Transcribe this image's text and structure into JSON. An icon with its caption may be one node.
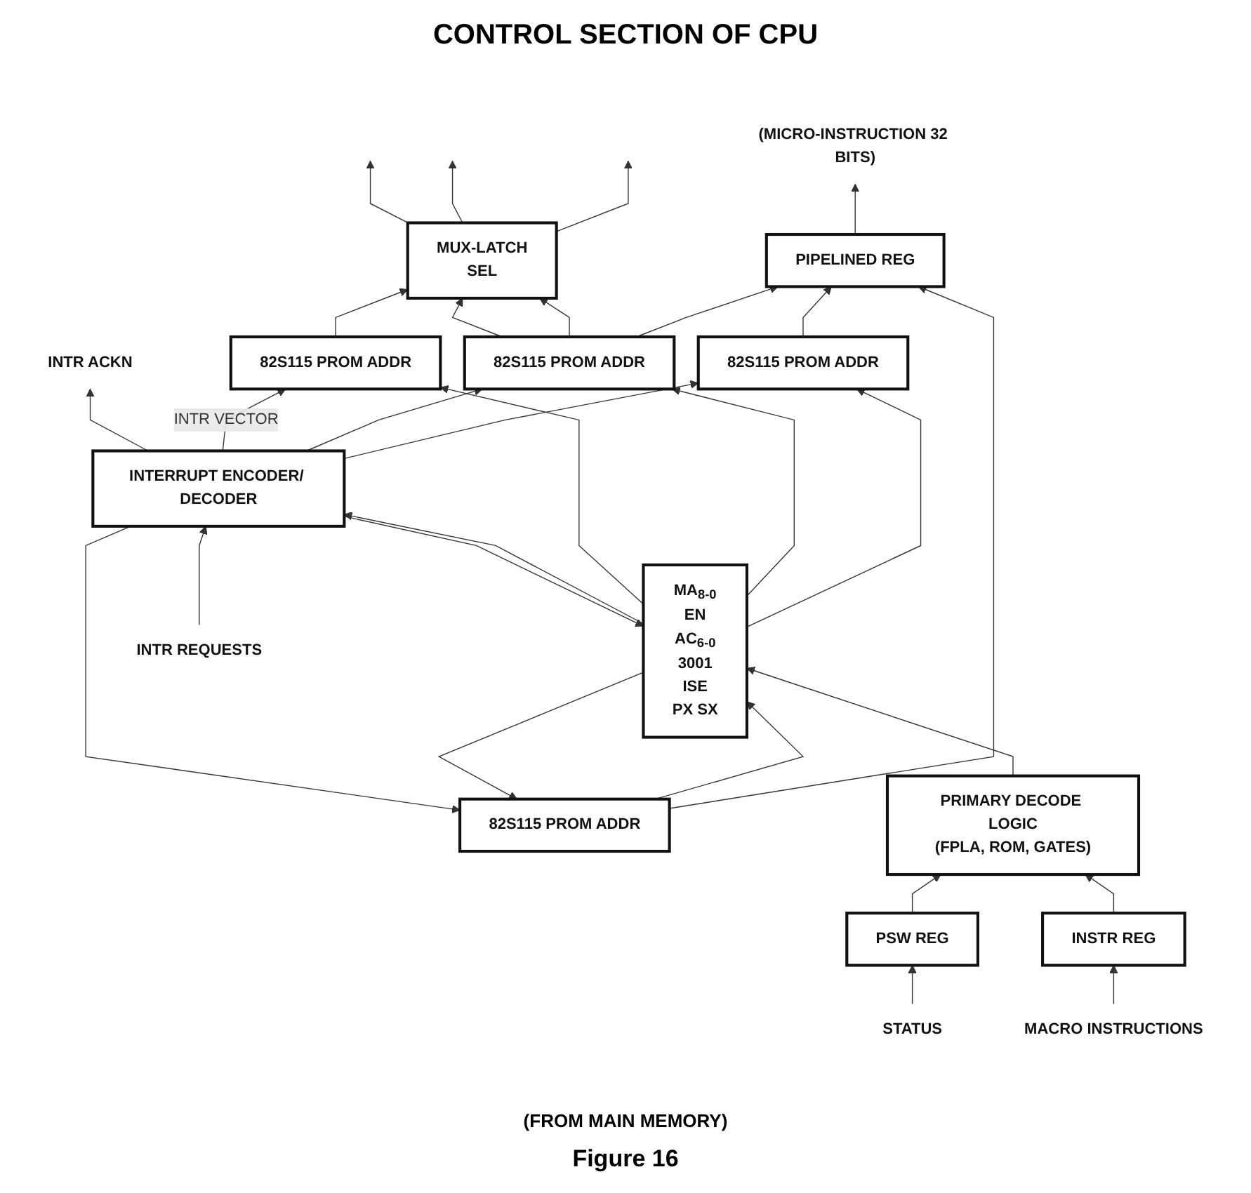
{
  "diagram": {
    "title": "CONTROL SECTION OF CPU",
    "caption": "Figure 16",
    "nodes": [
      {
        "text": [
          "PIPELINED REG"
        ]
      },
      {
        "text": [
          "MUX-LATCH",
          "SEL"
        ]
      },
      {
        "text": [
          "82S115 PROM ADDR"
        ]
      },
      {
        "text": [
          "82S115 PROM ADDR"
        ]
      },
      {
        "text": [
          "82S115 PROM ADDR"
        ]
      },
      {
        "text": [
          "82S115 PROM ADDR"
        ]
      },
      {
        "text": [
          "MA$_{8-0}$",
          "EN",
          "AC$_{6-0}$",
          "3001",
          "ISE",
          "PX SX"
        ]
      },
      {
        "text": [
          "INTERRUPT ENCODER/ DECODER"
        ]
      },
      {
        "text": [
          "PRIMARY DECODE LOGIC",
          "(FPLA, ROM, GATES)"
        ]
      },
      {
        "text": [
          "INSTR REG"
        ]
      },
      {
        "text": [
          "PSW REG"
        ]
      },
      {
        "text": [
          "(MICRO-INSTRUCTION 32 BITS)"
        ]
      },
      {
        "text": [
          "INTR ACKN"
        ]
      },
      {
        "text": [
          "INTR REQUESTS"
        ]
      },
      {
        "text": [
          "MACRO INSTRUCTIONS"
        ]
      },
      {
        "text": [
          "STATUS"
        ]
      }
    ],
    "edges": [
      {
        "from": 0,
        "to": 11,
        "arrow": "to"
      },
      {
        "from": 1,
        "to": null,
        "arrow": "to"
      },
      {
        "from": 1,
        "to": null,
        "arrow": "to"
      },
      {
        "from": 1,
        "to": null,
        "arrow": "to"
      },
      {
        "from": 2,
        "to": 0,
        "arrow": "to"
      },
      {
        "from": 3,
        "to": 0,
        "arrow": "to"
      },
      {
        "from": 4,
        "to": 0,
        "arrow": "to"
      },
      {
        "from": 4,
        "to": 1,
        "arrow": "to"
      },
      {
        "from": 4,
        "to": 1,
        "arrow": "to"
      },
      {
        "from": 5,
        "to": 1,
        "arrow": "to"
      },
      {
        "from": 2,
        "to": 6,
        "arrow": "to"
      },
      {
        "from": 6,
        "to": 2,
        "arrow": "to"
      },
      {
        "from": 6,
        "to": 3,
        "arrow": "to"
      },
      {
        "from": 6,
        "to": 4,
        "arrow": "to"
      },
      {
        "from": 6,
        "to": 5,
        "arrow": "to"
      },
      {
        "from": 7,
        "to": 2,
        "arrow": "to"
      },
      {
        "from": 7,
        "to": 3,
        "arrow": "to"
      },
      {
        "from": 7,
        "to": 4,
        "arrow": "to"
      },
      {
        "from": 7,
        "to": 5,
        "arrow": "to",
        "label": "INTR VECTOR"
      },
      {
        "from": 7,
        "to": 6,
        "arrow": "to"
      },
      {
        "from": 6,
        "to": 7,
        "arrow": "to"
      },
      {
        "from": 7,
        "to": 12,
        "arrow": "to"
      },
      {
        "from": 13,
        "to": 7,
        "arrow": "to"
      },
      {
        "from": 8,
        "to": 6,
        "arrow": "to"
      },
      {
        "from": 9,
        "to": 8,
        "arrow": "to"
      },
      {
        "from": 10,
        "to": 8,
        "arrow": "to"
      },
      {
        "from": 14,
        "to": 9,
        "arrow": "to"
      },
      {
        "from": 15,
        "to": 10,
        "arrow": "to"
      }
    ],
    "labels": [
      "(FROM MAIN MEMORY)"
    ]
  }
}
